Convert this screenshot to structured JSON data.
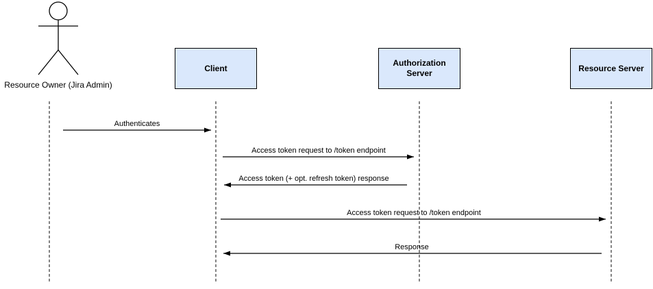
{
  "diagram_type": "sequence-diagram",
  "actor": {
    "label": "Resource Owner (Jira Admin)"
  },
  "participants": [
    {
      "id": "client",
      "label": "Client"
    },
    {
      "id": "authorization-server",
      "label": "Authorization Server"
    },
    {
      "id": "resource-server",
      "label": "Resource Server"
    }
  ],
  "messages": [
    {
      "label": "Authenticates",
      "from": "resource-owner",
      "to": "client",
      "direction": "right"
    },
    {
      "label": "Access token request to /token endpoint",
      "from": "client",
      "to": "authorization-server",
      "direction": "right"
    },
    {
      "label": "Access token (+ opt. refresh token) response",
      "from": "authorization-server",
      "to": "client",
      "direction": "left"
    },
    {
      "label": "Access token request to /token endpoint",
      "from": "client",
      "to": "resource-server",
      "direction": "right"
    },
    {
      "label": "Response",
      "from": "resource-server",
      "to": "client",
      "direction": "left"
    }
  ],
  "colors": {
    "participant_fill": "#dae8fc",
    "participant_border": "#000000",
    "line": "#000000",
    "background": "#ffffff"
  }
}
